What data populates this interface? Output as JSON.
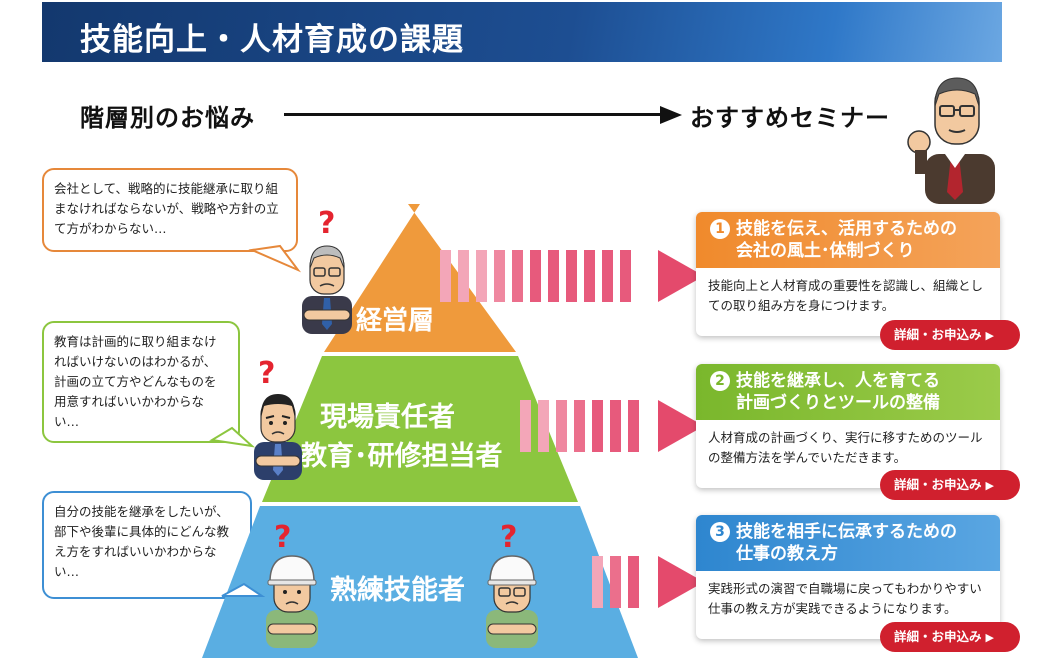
{
  "banner": {
    "title": "技能向上・人材育成の課題"
  },
  "headers": {
    "left": "階層別のお悩み",
    "right": "おすすめセミナー"
  },
  "bubbles": [
    {
      "text": "会社として、戦略的に技能継承に取り組まなければならないが、戦略や方針の立て方がわからない…"
    },
    {
      "text": "教育は計画的に取り組まなければいけないのはわかるが、計画の立て方やどんなものを用意すればいいかわからない…"
    },
    {
      "text": "自分の技能を継承をしたいが、部下や後輩に具体的にどんな教え方をすればいいかわからない…"
    }
  ],
  "tiers": {
    "top": "経営層",
    "middle_line1": "現場責任者",
    "middle_line2": "教育･研修担当者",
    "bottom": "熟練技能者"
  },
  "seminars": [
    {
      "num": "1",
      "title_line1": "技能を伝え、活用するための",
      "title_line2": "会社の風土･体制づくり",
      "body": "技能向上と人材育成の重要性を認識し、組織としての取り組み方を身につけます。",
      "button": "詳細・お申込み",
      "color": "#f08a2c"
    },
    {
      "num": "2",
      "title_line1": "技能を継承し、人を育てる",
      "title_line2": "計画づくりとツールの整備",
      "body": "人材育成の計画づくり、実行に移すためのツールの整備方法を学んでいただきます。",
      "button": "詳細・お申込み",
      "color": "#7ab72c"
    },
    {
      "num": "3",
      "title_line1": "技能を相手に伝承するための",
      "title_line2": "仕事の教え方",
      "body": "実践形式の演習で自職場に戻ってもわかりやすい仕事の教え方が実践できるようになります。",
      "button": "詳細・お申込み",
      "color": "#2e86cf"
    }
  ],
  "question_mark": "?",
  "arrow_glyph": "▶",
  "colors": {
    "banner": "#1d4e92",
    "top_tier": "#ef9a3c",
    "middle_tier": "#8cc63f",
    "bottom_tier": "#5aaee2",
    "button": "#d0202e"
  },
  "icons": [
    "presenter-man-icon",
    "executive-man-icon",
    "manager-man-icon",
    "helmet-worker-icon",
    "question-mark-icon",
    "arrow-right-icon"
  ]
}
